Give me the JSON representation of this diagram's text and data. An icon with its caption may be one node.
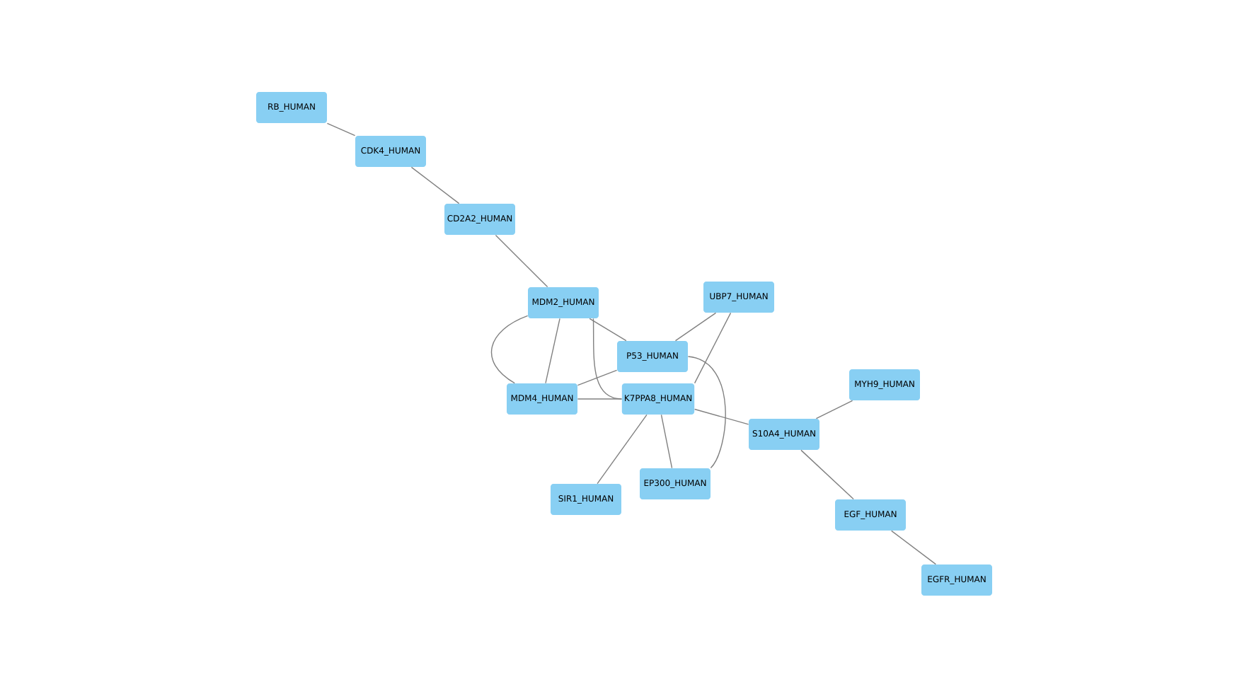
{
  "diagram": {
    "nodes": [
      {
        "text": [
          "RB_HUMAN"
        ]
      },
      {
        "text": [
          "CDK4_HUMAN"
        ]
      },
      {
        "text": [
          "CD2A2_HUMAN"
        ]
      },
      {
        "text": [
          "MDM2_HUMAN"
        ]
      },
      {
        "text": [
          "UBP7_HUMAN"
        ]
      },
      {
        "text": [
          "P53_HUMAN"
        ]
      },
      {
        "text": [
          "MDM4_HUMAN"
        ]
      },
      {
        "text": [
          "K7PPA8_HUMAN"
        ]
      },
      {
        "text": [
          "MYH9_HUMAN"
        ]
      },
      {
        "text": [
          "S10A4_HUMAN"
        ]
      },
      {
        "text": [
          "SIR1_HUMAN"
        ]
      },
      {
        "text": [
          "EP300_HUMAN"
        ]
      },
      {
        "text": [
          "EGF_HUMAN"
        ]
      },
      {
        "text": [
          "EGFR_HUMAN"
        ]
      }
    ],
    "edges": [
      {
        "from": 0,
        "to": 1,
        "arrow": "none"
      },
      {
        "from": 1,
        "to": 2,
        "arrow": "none"
      },
      {
        "from": 2,
        "to": 3,
        "arrow": "none"
      },
      {
        "from": 3,
        "to": 6,
        "arrow": "none"
      },
      {
        "from": 3,
        "to": 6,
        "arrow": "none"
      },
      {
        "from": 3,
        "to": 5,
        "arrow": "none"
      },
      {
        "from": 3,
        "to": 7,
        "arrow": "none"
      },
      {
        "from": 6,
        "to": 5,
        "arrow": "none"
      },
      {
        "from": 6,
        "to": 7,
        "arrow": "none"
      },
      {
        "from": 4,
        "to": 5,
        "arrow": "none"
      },
      {
        "from": 4,
        "to": 7,
        "arrow": "none"
      },
      {
        "from": 7,
        "to": 9,
        "arrow": "none"
      },
      {
        "from": 7,
        "to": 10,
        "arrow": "none"
      },
      {
        "from": 7,
        "to": 11,
        "arrow": "none"
      },
      {
        "from": 5,
        "to": 11,
        "arrow": "none"
      },
      {
        "from": 9,
        "to": 8,
        "arrow": "none"
      },
      {
        "from": 9,
        "to": 12,
        "arrow": "none"
      },
      {
        "from": 12,
        "to": 13,
        "arrow": "none"
      }
    ]
  }
}
